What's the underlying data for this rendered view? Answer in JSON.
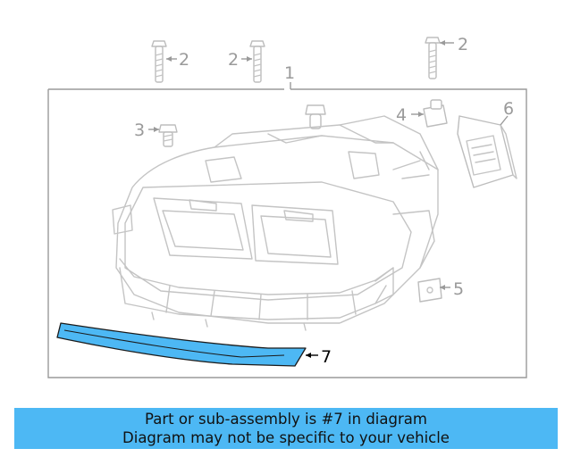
{
  "diagram": {
    "callouts": {
      "c1": "1",
      "c2a": "2",
      "c2b": "2",
      "c2c": "2",
      "c3": "3",
      "c4": "4",
      "c5": "5",
      "c6": "6",
      "c7": "7"
    },
    "highlight_color": "#4db8f4",
    "line_color": "#c4c4c4"
  },
  "banner": {
    "line1": "Part or sub-assembly is #7 in diagram",
    "line2": "Diagram may not be specific to your vehicle",
    "background": "#4db8f4"
  }
}
